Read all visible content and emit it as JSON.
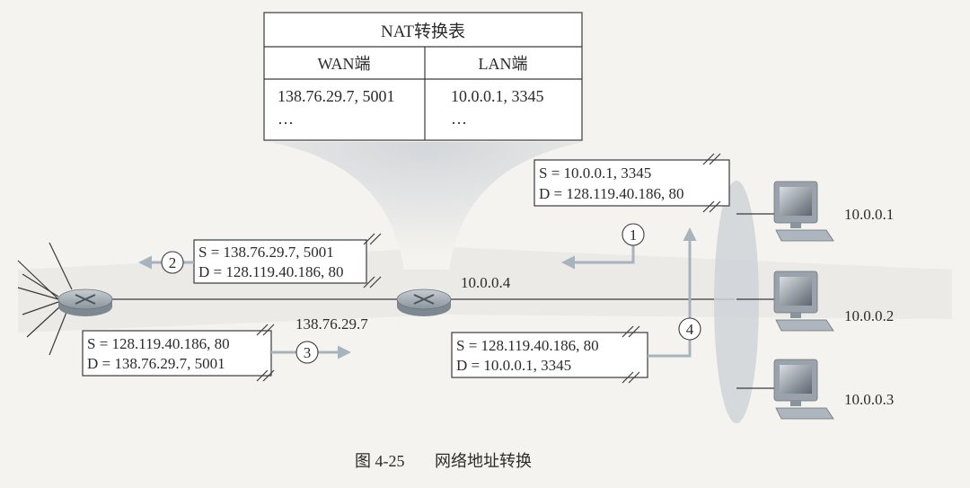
{
  "nat_table": {
    "title": "NAT转换表",
    "wan_header": "WAN端",
    "lan_header": "LAN端",
    "wan_value": "138.76.29.7, 5001",
    "lan_value": "10.0.0.1, 3345",
    "wan_more": "…",
    "lan_more": "…"
  },
  "packets": {
    "p1": {
      "number": "1",
      "src": "S = 10.0.0.1, 3345",
      "dst": "D = 128.119.40.186, 80"
    },
    "p2": {
      "number": "2",
      "src": "S = 138.76.29.7, 5001",
      "dst": "D = 128.119.40.186, 80"
    },
    "p3": {
      "number": "3",
      "src": "S = 128.119.40.186, 80",
      "dst": "D = 138.76.29.7, 5001"
    },
    "p4": {
      "number": "4",
      "src": "S = 128.119.40.186, 80",
      "dst": "D = 10.0.0.1, 3345"
    }
  },
  "router": {
    "lan_ip": "10.0.0.4",
    "wan_ip": "138.76.29.7"
  },
  "hosts": [
    {
      "ip": "10.0.0.1"
    },
    {
      "ip": "10.0.0.2"
    },
    {
      "ip": "10.0.0.3"
    }
  ],
  "caption": {
    "figure_no": "图 4-25",
    "title": "网络地址转换"
  },
  "colors": {
    "arrow": "#a7b3bd",
    "line": "#3a3a3a",
    "router": "#8f9aa3",
    "lan_ellipse": "#cfd3d8"
  }
}
